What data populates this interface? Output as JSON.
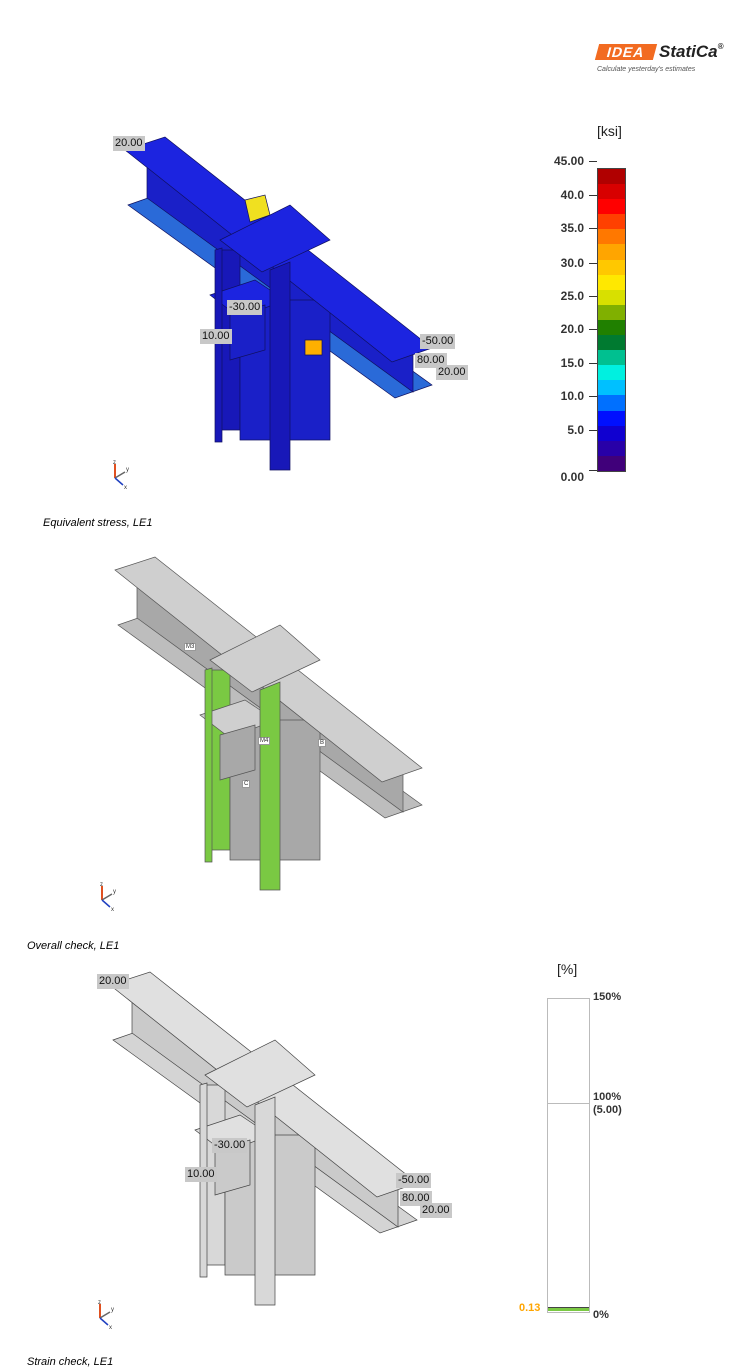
{
  "logo": {
    "mark": "IDEA",
    "name": "StatiCa",
    "reg": "®",
    "tagline": "Calculate yesterday's estimates"
  },
  "figures": [
    {
      "caption": "Equivalent stress, LE1",
      "loads": [
        "20.00",
        "-30.00",
        "10.00",
        "-50.00",
        "80.00",
        "20.00"
      ]
    },
    {
      "caption": "Overall check, LE1",
      "members": [
        "M3",
        "M4",
        "B",
        "C"
      ]
    },
    {
      "caption": "Strain check, LE1",
      "loads": [
        "20.00",
        "-30.00",
        "10.00",
        "-50.00",
        "80.00",
        "20.00"
      ]
    }
  ],
  "axes": {
    "z": "z",
    "y": "y",
    "x": "x"
  },
  "stress_legend": {
    "unit": "[ksi]",
    "ticks": [
      "45.00",
      "40.0",
      "35.0",
      "30.0",
      "25.0",
      "20.0",
      "15.0",
      "10.0",
      "5.0",
      "0.00"
    ],
    "colors": [
      "#b00000",
      "#d80000",
      "#ff0000",
      "#ff4000",
      "#ff7800",
      "#ffa500",
      "#ffc800",
      "#ffe800",
      "#d8e000",
      "#80b000",
      "#208000",
      "#007a30",
      "#00c090",
      "#00f0e0",
      "#00c0ff",
      "#0070ff",
      "#0010ff",
      "#1000d0",
      "#2800a8",
      "#40007a"
    ]
  },
  "strain_legend": {
    "unit": "[%]",
    "max": "150%",
    "limit": "100%",
    "limit_value": "(5.00)",
    "zero": "0%",
    "current": "0.13",
    "current_color": "#ffa500"
  }
}
